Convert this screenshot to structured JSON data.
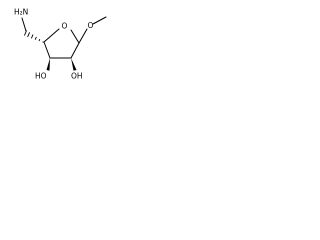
{
  "molecule": {
    "labels": {
      "ring_oxygen": "O",
      "amine": "H₂N",
      "methoxy": "O",
      "hydroxyl_left": "HO",
      "hydroxyl_right": "OH"
    }
  }
}
